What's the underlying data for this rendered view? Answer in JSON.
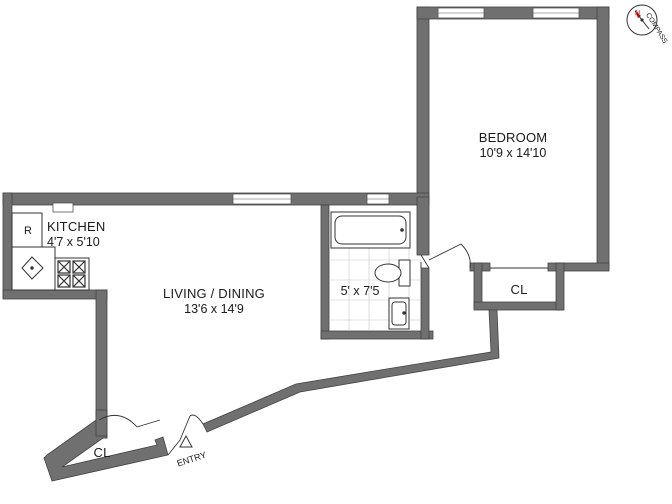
{
  "rooms": {
    "bedroom": {
      "name": "BEDROOM",
      "dims": "10'9 x 14'10"
    },
    "kitchen": {
      "name": "KITCHEN",
      "dims": "4'7 x 5'10"
    },
    "living": {
      "name": "LIVING / DINING",
      "dims": "13'6 x 14'9"
    },
    "bath": {
      "dims": "5' x 7'5"
    },
    "closet_bedroom": {
      "name": "CL"
    },
    "closet_entry": {
      "name": "CL"
    }
  },
  "fixtures": {
    "refrigerator": "R"
  },
  "entry": {
    "label": "ENTRY"
  },
  "compass": {
    "label": "COMPASS",
    "north": "N"
  },
  "colors": {
    "wall": "#6f6f6f",
    "wall_edge": "#4a4a4a",
    "fixture": "#333333",
    "tile": "#c8c8c8",
    "background": "#ffffff"
  }
}
